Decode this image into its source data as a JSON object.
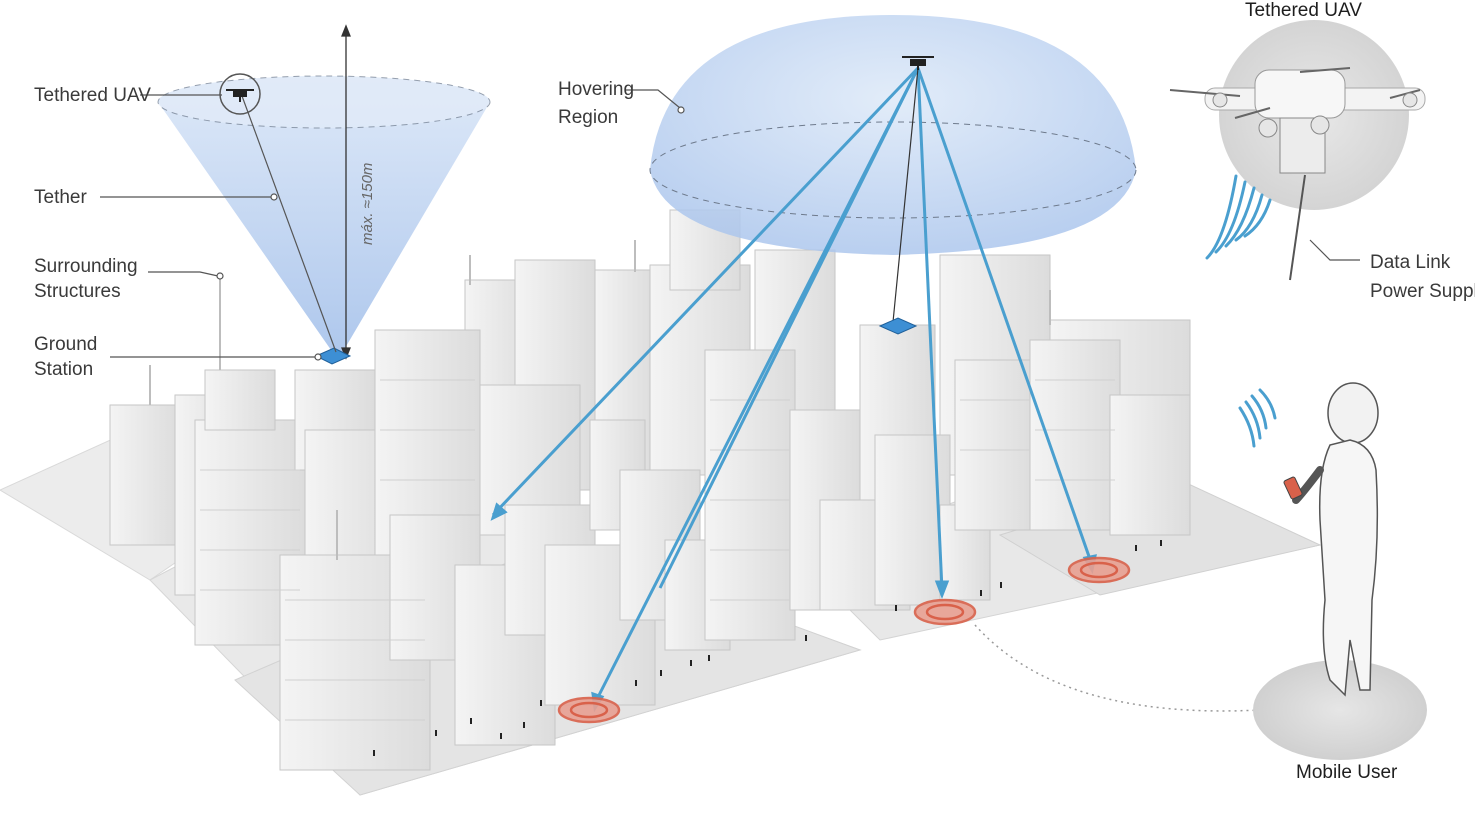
{
  "labels": {
    "tethered_uav_left": "Tethered UAV",
    "tether": "Tether",
    "surrounding_line1": "Surrounding",
    "surrounding_line2": "Structures",
    "ground_line1": "Ground",
    "ground_line2": "Station",
    "hover_line1": "Hovering",
    "hover_line2": "Region",
    "max_height": "máx. ≈150m",
    "tethered_uav_right": "Tethered UAV",
    "datalink_line1": "Data Link",
    "datalink_line2": "Power Supply",
    "mobile_user": "Mobile User"
  },
  "colors": {
    "link_beam": "#4a9fcf",
    "hover_dome": "#c7d9f2",
    "cone": "#b5cdf0",
    "ground_station": "#3d8fd4",
    "user_ring": "#d9614a",
    "signal_wave": "#4a9fcf"
  },
  "icons": [
    "uav-icon",
    "ground-station-icon",
    "signal-waves-icon",
    "smartphone-icon",
    "user-figure-icon"
  ]
}
